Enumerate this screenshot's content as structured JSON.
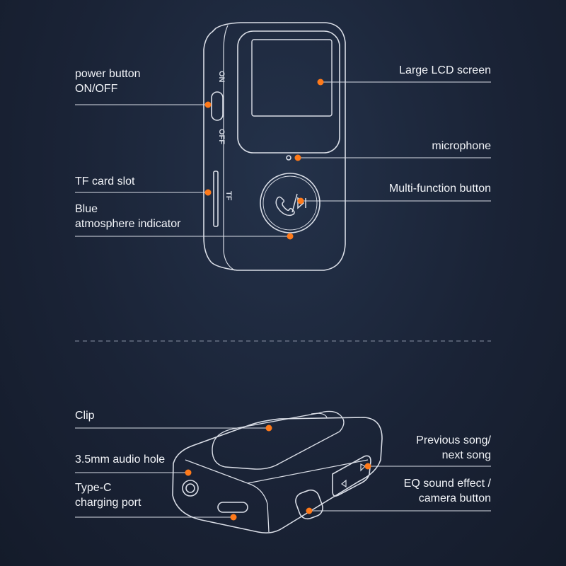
{
  "top_callouts": {
    "power_button": [
      "power button",
      "ON/OFF"
    ],
    "tf_card_slot": [
      "TF card slot"
    ],
    "blue_indicator": [
      "Blue",
      "atmosphere indicator"
    ],
    "lcd_screen": [
      "Large LCD screen"
    ],
    "microphone": [
      "microphone"
    ],
    "multi_function": [
      "Multi-function button"
    ]
  },
  "device_markings": {
    "on": "ON",
    "off": "OFF",
    "tf": "TF"
  },
  "bottom_callouts": {
    "clip": [
      "Clip"
    ],
    "audio_hole": [
      "3.5mm audio hole"
    ],
    "type_c": [
      "Type-C",
      "charging port"
    ],
    "prev_next": [
      "Previous song/",
      "next song"
    ],
    "eq_button": [
      "EQ sound effect /",
      "camera button"
    ]
  },
  "colors": {
    "accent": "#ff7a1a",
    "line": "#d9dde6",
    "background": "#1c2538"
  }
}
